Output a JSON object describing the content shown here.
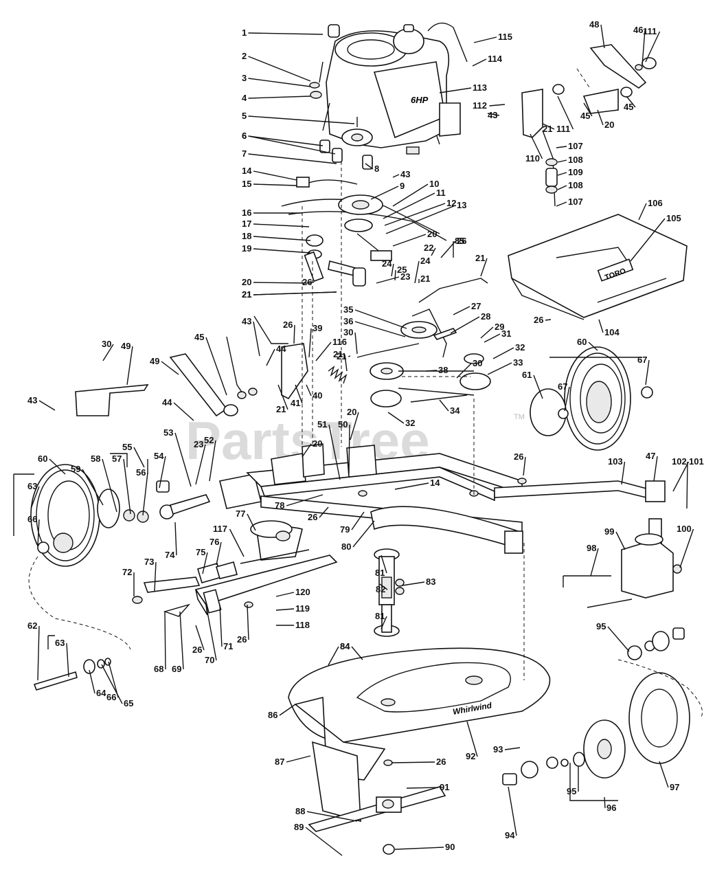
{
  "watermark": {
    "text": "PartsTree",
    "tm": "TM"
  },
  "labels": {
    "engine_badge": "6HP",
    "deck_brand": "Whirlwind",
    "hood_brand": "TORO"
  },
  "callouts": [
    "1",
    "2",
    "3",
    "4",
    "5",
    "6",
    "7",
    "8",
    "9",
    "10",
    "11",
    "12",
    "13",
    "14",
    "15",
    "16",
    "17",
    "18",
    "19",
    "20",
    "21",
    "22",
    "23",
    "24",
    "25",
    "26",
    "27",
    "28",
    "29",
    "30",
    "31",
    "32",
    "33",
    "34",
    "35",
    "36",
    "38",
    "39",
    "40",
    "41",
    "43",
    "44",
    "45",
    "46",
    "47",
    "48",
    "49",
    "50",
    "51",
    "52",
    "53",
    "54",
    "55",
    "56",
    "57",
    "58",
    "59",
    "60",
    "61",
    "62",
    "63",
    "64",
    "65",
    "66",
    "67",
    "68",
    "69",
    "70",
    "71",
    "72",
    "73",
    "74",
    "75",
    "76",
    "77",
    "78",
    "79",
    "80",
    "81",
    "82",
    "83",
    "84",
    "85",
    "86",
    "87",
    "88",
    "89",
    "90",
    "91",
    "92",
    "93",
    "94",
    "95",
    "96",
    "97",
    "98",
    "99",
    "100",
    "101",
    "102",
    "103",
    "104",
    "105",
    "106",
    "107",
    "108",
    "109",
    "110",
    "111",
    "112",
    "113",
    "114",
    "115",
    "116",
    "117",
    "118",
    "119",
    "120"
  ]
}
